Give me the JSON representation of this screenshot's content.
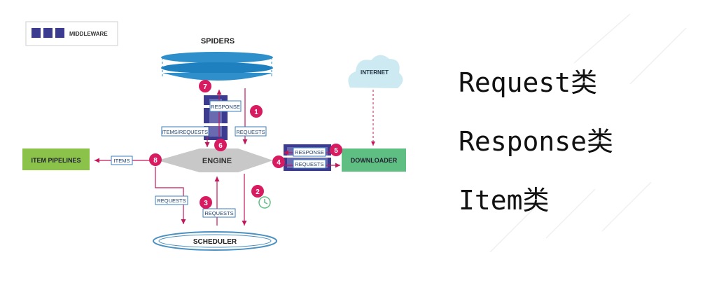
{
  "legend": {
    "label": "MIDDLEWARE",
    "colors": [
      "#3b3b8f",
      "#3b3b8f",
      "#3b3b8f"
    ]
  },
  "nodes": {
    "spiders": "SPIDERS",
    "engine": "ENGINE",
    "scheduler": "SCHEDULER",
    "downloader": "DOWNLOADER",
    "item_pipelines": "ITEM PIPELINES",
    "internet": "INTERNET"
  },
  "edge_labels": {
    "response_top": "RESPONSE",
    "items_requests": "ITEMS/REQUESTS",
    "requests_spider": "REQUESTS",
    "items": "ITEMS",
    "response_dl": "RESPONSE",
    "requests_dl": "REQUESTS",
    "requests_sched_left": "REQUESTS",
    "requests_sched_mid": "REQUESTS"
  },
  "steps": {
    "s1": "1",
    "s2": "2",
    "s3": "3",
    "s4": "4",
    "s5": "5",
    "s6": "6",
    "s7": "7",
    "s8": "8"
  },
  "classes": [
    "Request类",
    "Response类",
    "Item类"
  ],
  "colors": {
    "middleware": "#3b3b8f",
    "step_badge": "#d81b60",
    "arrow": "#c2185b",
    "spiders_blue": "#2196c8",
    "engine_gray": "#bdbdbd",
    "downloader_green": "#5fbf82",
    "pipelines_green": "#8bc34a",
    "cloud": "#cdeaf2",
    "label_box": "#3a7fc0"
  }
}
